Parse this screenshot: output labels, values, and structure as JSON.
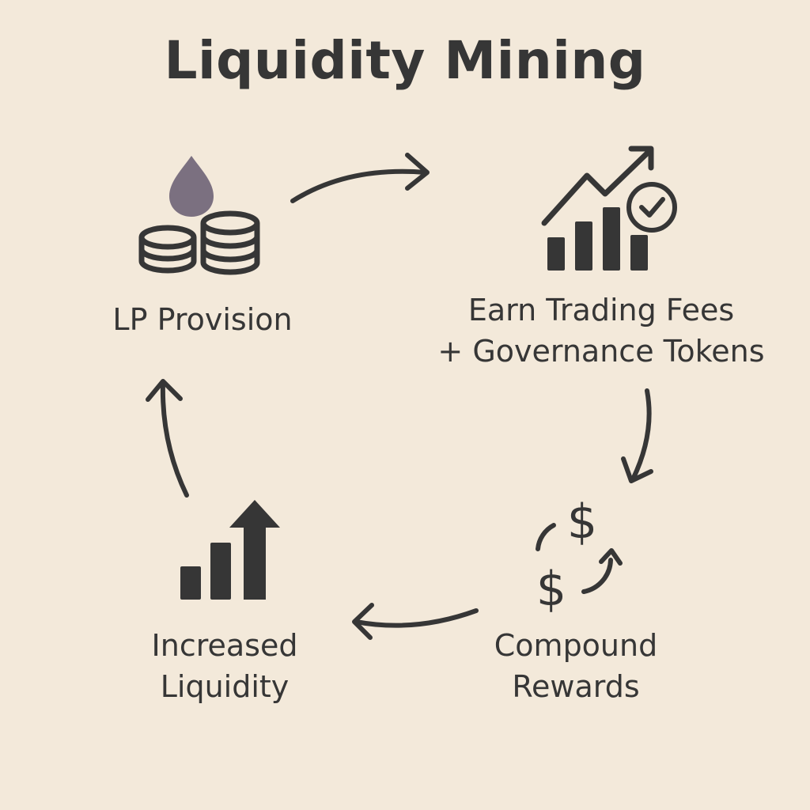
{
  "title": "Liquidity Mining",
  "steps": [
    {
      "id": "lp-provision",
      "lines": [
        "LP Provision"
      ],
      "icon": "droplet-coins-icon"
    },
    {
      "id": "earn",
      "lines": [
        "Earn Trading Fees",
        "+ Governance Tokens"
      ],
      "icon": "growth-chart-check-icon"
    },
    {
      "id": "compound",
      "lines": [
        "Compound",
        "Rewards"
      ],
      "icon": "dollar-cycle-icon"
    },
    {
      "id": "increased-liquidity",
      "lines": [
        "Increased",
        "Liquidity"
      ],
      "icon": "bar-chart-up-icon"
    }
  ],
  "colors": {
    "background": "#f3e9da",
    "ink": "#363636",
    "droplet": "#7b7080"
  }
}
